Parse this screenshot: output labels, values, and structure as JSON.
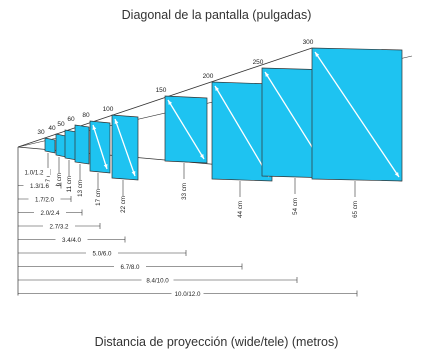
{
  "titles": {
    "top": "Diagonal de la pantalla (pulgadas)",
    "bottom": "Distancia de proyección (wide/tele) (metros)"
  },
  "colors": {
    "screen_fill": "#1ec3f1",
    "line": "#333333",
    "arrow": "#ffffff"
  },
  "screens": [
    {
      "diagonal": "30",
      "offset": "7 cm",
      "distance": "1.0/1.2"
    },
    {
      "diagonal": "40",
      "offset": "9 cm",
      "distance": "1.3/1.6"
    },
    {
      "diagonal": "50",
      "offset": "11 cm",
      "distance": "1.7/2.0"
    },
    {
      "diagonal": "60",
      "offset": "13 cm",
      "distance": "2.0/2.4"
    },
    {
      "diagonal": "80",
      "offset": "17 cm",
      "distance": "2.7/3.2"
    },
    {
      "diagonal": "100",
      "offset": "22 cm",
      "distance": "3.4/4.0"
    },
    {
      "diagonal": "150",
      "offset": "33 cm",
      "distance": "5.0/6.0"
    },
    {
      "diagonal": "200",
      "offset": "44 cm",
      "distance": "6.7/8.0"
    },
    {
      "diagonal": "250",
      "offset": "54 cm",
      "distance": "8.4/10.0"
    },
    {
      "diagonal": "300",
      "offset": "65 cm",
      "distance": "10.0/12.0"
    }
  ]
}
